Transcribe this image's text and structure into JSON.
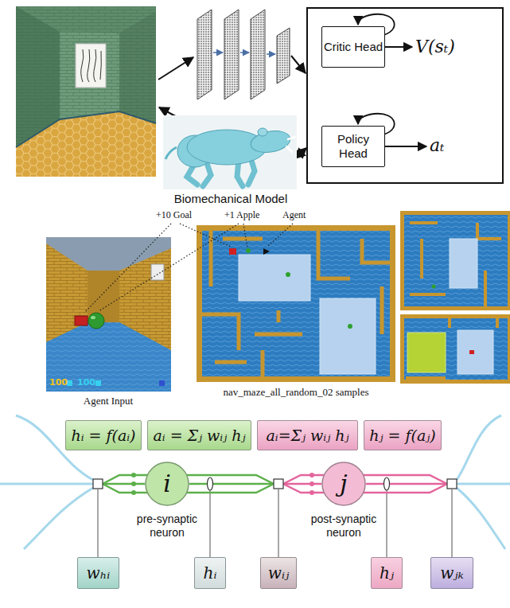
{
  "diagram": {
    "nodes": [
      {
        "text": [
          "Critic Head"
        ]
      },
      {
        "text": [
          "Policy Head"
        ]
      },
      {
        "text": [
          "hᵢ = f(aᵢ)"
        ]
      },
      {
        "text": [
          "aᵢ = Σⱼ wᵢⱼ hⱼ"
        ]
      },
      {
        "text": [
          "aᵢ=Σⱼ wᵢⱼ hⱼ"
        ]
      },
      {
        "text": [
          "hⱼ = f(aⱼ)"
        ]
      },
      {
        "text": [
          "i",
          "pre-synaptic neuron"
        ]
      },
      {
        "text": [
          "j",
          "post-synaptic neuron"
        ]
      },
      {
        "text": [
          "wₕᵢ"
        ]
      },
      {
        "text": [
          "hᵢ"
        ]
      },
      {
        "text": [
          "wᵢⱼ"
        ]
      },
      {
        "text": [
          "hⱼ"
        ]
      },
      {
        "text": [
          "wⱼₖ"
        ]
      }
    ],
    "edges": [
      {
        "from": 6,
        "to": 7,
        "arrow": "none"
      }
    ],
    "labels": [
      "V(sₜ)",
      "aₜ",
      "Biomechanical Model",
      "+10 Goal",
      "+1 Apple",
      "Agent",
      "100",
      "100",
      "Agent Input",
      "nav_maze_all_random_02 samples"
    ]
  }
}
